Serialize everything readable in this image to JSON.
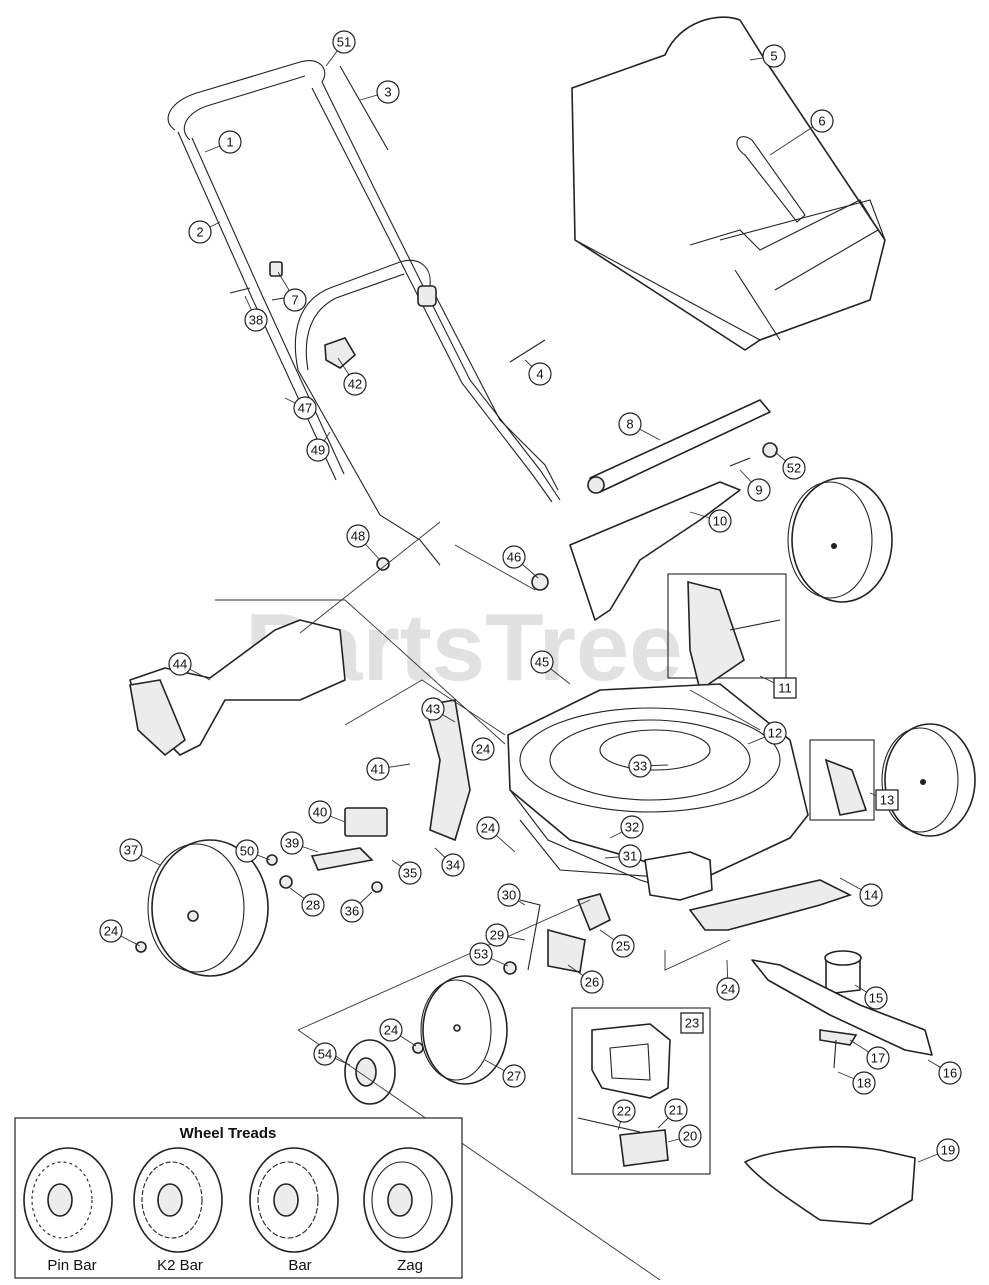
{
  "watermark": "PartsTree",
  "treads_panel": {
    "title": "Wheel Treads",
    "items": [
      "Pin Bar",
      "K2 Bar",
      "Bar",
      "Zag"
    ]
  },
  "callouts": [
    {
      "id": "51",
      "boxed": false
    },
    {
      "id": "3",
      "boxed": false
    },
    {
      "id": "1",
      "boxed": false
    },
    {
      "id": "5",
      "boxed": false
    },
    {
      "id": "6",
      "boxed": false
    },
    {
      "id": "2",
      "boxed": false
    },
    {
      "id": "7",
      "boxed": false
    },
    {
      "id": "38",
      "boxed": false
    },
    {
      "id": "42",
      "boxed": false
    },
    {
      "id": "4",
      "boxed": false
    },
    {
      "id": "47",
      "boxed": false
    },
    {
      "id": "49",
      "boxed": false
    },
    {
      "id": "8",
      "boxed": false
    },
    {
      "id": "52",
      "boxed": false
    },
    {
      "id": "9",
      "boxed": false
    },
    {
      "id": "10",
      "boxed": false
    },
    {
      "id": "48",
      "boxed": false
    },
    {
      "id": "46",
      "boxed": false
    },
    {
      "id": "44",
      "boxed": false
    },
    {
      "id": "45",
      "boxed": false
    },
    {
      "id": "11",
      "boxed": true
    },
    {
      "id": "43",
      "boxed": false
    },
    {
      "id": "24",
      "boxed": false
    },
    {
      "id": "12",
      "boxed": false
    },
    {
      "id": "41",
      "boxed": false
    },
    {
      "id": "33",
      "boxed": false
    },
    {
      "id": "13",
      "boxed": true
    },
    {
      "id": "40",
      "boxed": false
    },
    {
      "id": "32",
      "boxed": false
    },
    {
      "id": "31",
      "boxed": false
    },
    {
      "id": "39",
      "boxed": false
    },
    {
      "id": "50",
      "boxed": false
    },
    {
      "id": "34",
      "boxed": false
    },
    {
      "id": "35",
      "boxed": false
    },
    {
      "id": "37",
      "boxed": false
    },
    {
      "id": "28",
      "boxed": false
    },
    {
      "id": "36",
      "boxed": false
    },
    {
      "id": "14",
      "boxed": false
    },
    {
      "id": "30",
      "boxed": false
    },
    {
      "id": "25",
      "boxed": false
    },
    {
      "id": "29",
      "boxed": false
    },
    {
      "id": "53",
      "boxed": false
    },
    {
      "id": "26",
      "boxed": false
    },
    {
      "id": "15",
      "boxed": false
    },
    {
      "id": "23",
      "boxed": true
    },
    {
      "id": "27",
      "boxed": false
    },
    {
      "id": "17",
      "boxed": false
    },
    {
      "id": "54",
      "boxed": false
    },
    {
      "id": "16",
      "boxed": false
    },
    {
      "id": "18",
      "boxed": false
    },
    {
      "id": "22",
      "boxed": false
    },
    {
      "id": "21",
      "boxed": false
    },
    {
      "id": "20",
      "boxed": false
    },
    {
      "id": "19",
      "boxed": false
    }
  ]
}
